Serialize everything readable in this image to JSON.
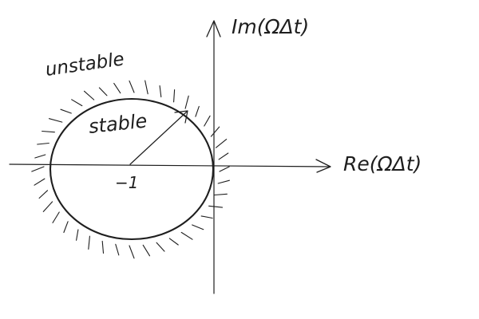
{
  "diagram": {
    "ink_color": "#1e1e1e",
    "background_color": "#ffffff",
    "axes": {
      "real_label": "Re(ΩΔt)",
      "imag_label": "Im(ΩΔt)"
    },
    "region_labels": {
      "inside": "stable",
      "outside": "unstable"
    },
    "center_label": "−1"
  }
}
